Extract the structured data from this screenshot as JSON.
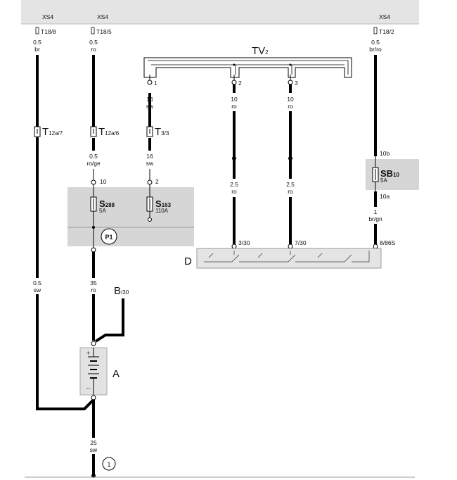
{
  "connectors": {
    "c1": {
      "name": "XS4",
      "pin": "T18/8",
      "size": "0.5",
      "color": "br"
    },
    "c2": {
      "name": "XS4",
      "pin": "T18/5",
      "size": "0.5",
      "color": "ro"
    },
    "c3": {
      "name": "XS4",
      "pin": "T18/2",
      "size": "0.5",
      "color": "br/ro"
    }
  },
  "tv2": {
    "title_main": "TV",
    "title_sub": "2",
    "pins": [
      "1",
      "2",
      "3"
    ],
    "wire1": {
      "size_top": "16",
      "color_top": "sw",
      "size_bottom": "16",
      "color_bottom": "sw",
      "end_pin": "2"
    },
    "wire2": {
      "size_top": "10",
      "color_top": "ro",
      "size_bottom": "2.5",
      "color_bottom": "ro",
      "end_pin": "3/30"
    },
    "wire3": {
      "size_top": "10",
      "color_top": "ro",
      "size_bottom": "2.5",
      "color_bottom": "ro",
      "end_pin": "7/30"
    }
  },
  "connector_T": {
    "t12a7_main": "T",
    "t12a7_sub": "12a/7",
    "t12a6_main": "T",
    "t12a6_sub": "12a/6",
    "t33_main": "T",
    "t33_sub": "3/3"
  },
  "wire2_mid": {
    "size": "0.5",
    "color": "ro/ge",
    "pin": "10"
  },
  "fuses": {
    "s288": {
      "main": "S",
      "sub": "288",
      "amp": "5A"
    },
    "s163": {
      "main": "S",
      "sub": "163",
      "amp": "110A"
    },
    "sb10": {
      "main": "SB",
      "sub": "10",
      "amp": "5A",
      "pin_top": "10b",
      "pin_bottom": "10a"
    }
  },
  "p1": "P1",
  "right_wire": {
    "size": "1",
    "color": "br/gn",
    "end_pin": "8/86S"
  },
  "relay": {
    "label": "D"
  },
  "left_wire_low": {
    "size": "0.5",
    "color": "sw"
  },
  "battery_wire": {
    "size": "35",
    "color": "ro"
  },
  "b30": {
    "main": "B",
    "sub": "/30"
  },
  "battery": {
    "label": "A",
    "plus": "+",
    "minus": "--"
  },
  "ground_wire": {
    "size": "25",
    "color": "sw"
  },
  "ground_point": "1"
}
